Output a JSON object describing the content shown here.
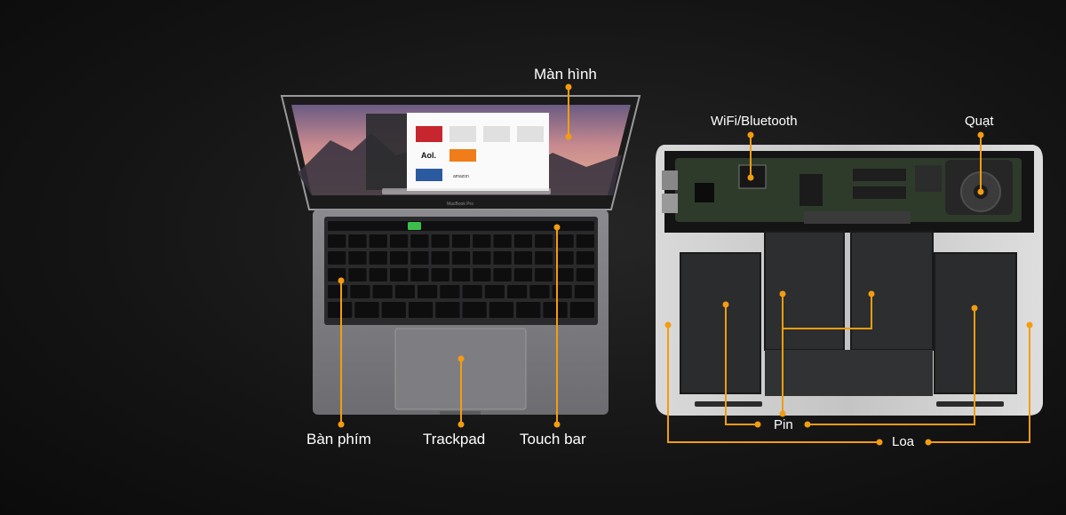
{
  "labels": {
    "screen": "Màn hình",
    "keyboard": "Bàn phím",
    "trackpad": "Trackpad",
    "touchbar": "Touch bar",
    "wifi": "WiFi/Bluetooth",
    "fan": "Quạt",
    "battery": "Pin",
    "speaker": "Loa"
  },
  "laptop": {
    "bezel_text": "MacBook Pro",
    "dock_tiles": [
      "Aol.",
      "amazon"
    ]
  },
  "colors": {
    "leader": "#f39c12",
    "label": "#ffffff",
    "background": "#141414",
    "touchbar_accent": "#3bbf4a"
  }
}
